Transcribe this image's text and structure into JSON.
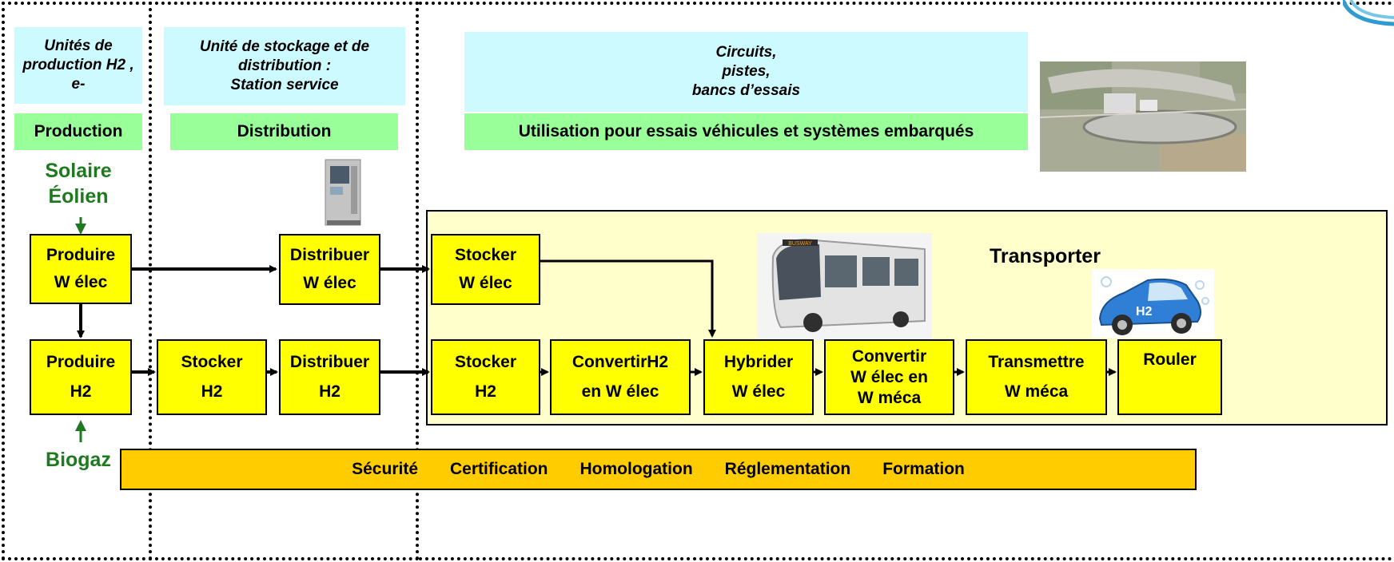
{
  "headers": {
    "production_desc": "Unités de production H2 , e-",
    "distribution_desc": [
      "Unité de stockage et de",
      "distribution :",
      "Station service"
    ],
    "usage_desc": [
      "Circuits,",
      "pistes,",
      "bancs d’essais"
    ]
  },
  "sections": {
    "production": "Production",
    "distribution": "Distribution",
    "usage": "Utilisation pour essais véhicules et systèmes embarqués",
    "transporter": "Transporter"
  },
  "sources": {
    "top": [
      "Solaire",
      "Éolien"
    ],
    "bottom": "Biogaz"
  },
  "boxes": {
    "produire_welec": [
      "Produire",
      "W élec"
    ],
    "produire_h2": [
      "Produire",
      "H2"
    ],
    "distribuer_welec": [
      "Distribuer",
      "W élec"
    ],
    "stocker_h2_dist": [
      "Stocker",
      "H2"
    ],
    "distribuer_h2": [
      "Distribuer",
      "H2"
    ],
    "stocker_welec": [
      "Stocker",
      "W élec"
    ],
    "stocker_h2": [
      "Stocker",
      "H2"
    ],
    "convertir_h2": [
      "ConvertirH2",
      "en W élec"
    ],
    "hybrider": [
      "Hybrider",
      "W élec"
    ],
    "convertir_meca": [
      "Convertir",
      "W élec en",
      "W méca"
    ],
    "transmettre": [
      "Transmettre",
      "W méca"
    ],
    "rouler": [
      "Rouler"
    ]
  },
  "footer": [
    "Sécurité",
    "Certification",
    "Homologation",
    "Réglementation",
    "Formation"
  ],
  "images": {
    "aerial": "aerial-track-photo",
    "station": "fuel-station-photo",
    "bus": "bus-photo",
    "car": "h2-car-photo",
    "bus_display": "BUSWAY",
    "car_badge": "H2"
  },
  "colors": {
    "box": "#ffff00",
    "cyan": "#ccfaff",
    "green": "#99ff99",
    "panel": "#ffffcc",
    "orange": "#ffcc00",
    "source_text": "#1f7a1f"
  }
}
